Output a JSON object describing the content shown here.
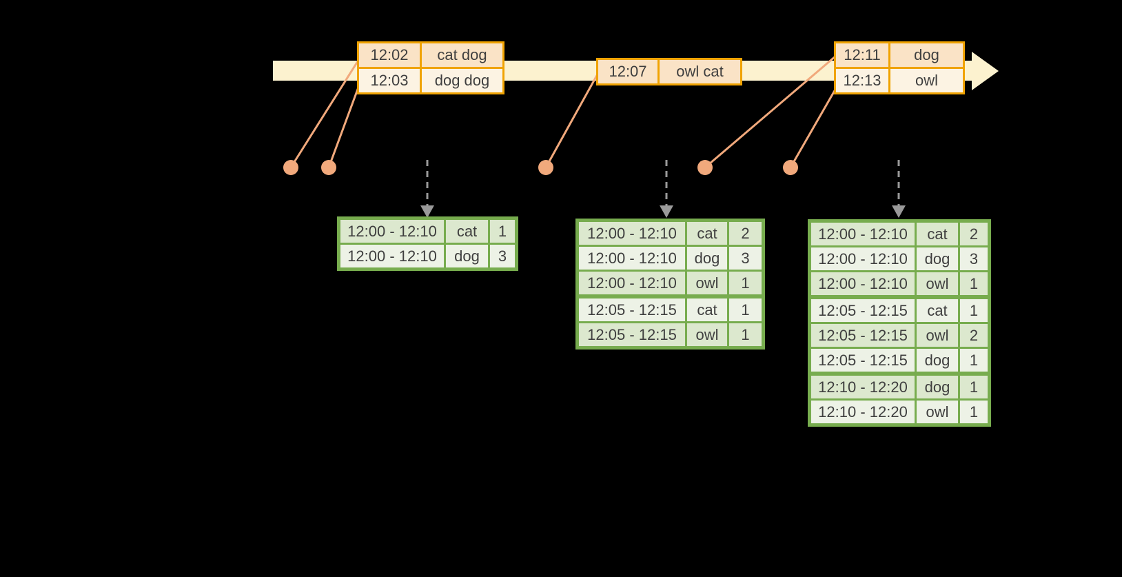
{
  "diagram_title": "windowed-grouped-aggregation-timeline",
  "colors": {
    "background": "#000000",
    "timeline_fill": "#fcf2cf",
    "orange_border": "#f0a302",
    "peach_fill": "#fae3c6",
    "cream_fill": "#fcf3e3",
    "salmon": "#f1a97c",
    "green_border": "#77ac4e",
    "green_dark": "#dce8ce",
    "green_light": "#edf2e6",
    "arrow_gray": "#9a9a9a",
    "text": "#3f3f3f"
  },
  "timeline": {
    "events": [
      {
        "time": "12:02",
        "words": "cat dog"
      },
      {
        "time": "12:03",
        "words": "dog dog"
      },
      {
        "time": "12:07",
        "words": "owl cat"
      },
      {
        "time": "12:11",
        "words": "dog"
      },
      {
        "time": "12:13",
        "words": "owl"
      }
    ]
  },
  "event_tables": [
    {
      "rows": [
        [
          "12:02",
          "cat dog"
        ],
        [
          "12:03",
          "dog dog"
        ]
      ]
    },
    {
      "rows": [
        [
          "12:07",
          "owl cat"
        ]
      ]
    },
    {
      "rows": [
        [
          "12:11",
          "dog"
        ],
        [
          "12:13",
          "owl"
        ]
      ]
    }
  ],
  "result_tables": [
    {
      "rows": [
        [
          "12:00 - 12:10",
          "cat",
          "1"
        ],
        [
          "12:00 - 12:10",
          "dog",
          "3"
        ]
      ]
    },
    {
      "rows": [
        [
          "12:00 - 12:10",
          "cat",
          "2"
        ],
        [
          "12:00 - 12:10",
          "dog",
          "3"
        ],
        [
          "12:00 - 12:10",
          "owl",
          "1"
        ],
        [
          "12:05 - 12:15",
          "cat",
          "1"
        ],
        [
          "12:05 - 12:15",
          "owl",
          "1"
        ]
      ],
      "group_breaks": [
        3
      ]
    },
    {
      "rows": [
        [
          "12:00 - 12:10",
          "cat",
          "2"
        ],
        [
          "12:00 - 12:10",
          "dog",
          "3"
        ],
        [
          "12:00 - 12:10",
          "owl",
          "1"
        ],
        [
          "12:05 - 12:15",
          "cat",
          "1"
        ],
        [
          "12:05 - 12:15",
          "owl",
          "2"
        ],
        [
          "12:05 - 12:15",
          "dog",
          "1"
        ],
        [
          "12:10 - 12:20",
          "dog",
          "1"
        ],
        [
          "12:10 - 12:20",
          "owl",
          "1"
        ]
      ],
      "group_breaks": [
        3,
        6
      ]
    }
  ]
}
